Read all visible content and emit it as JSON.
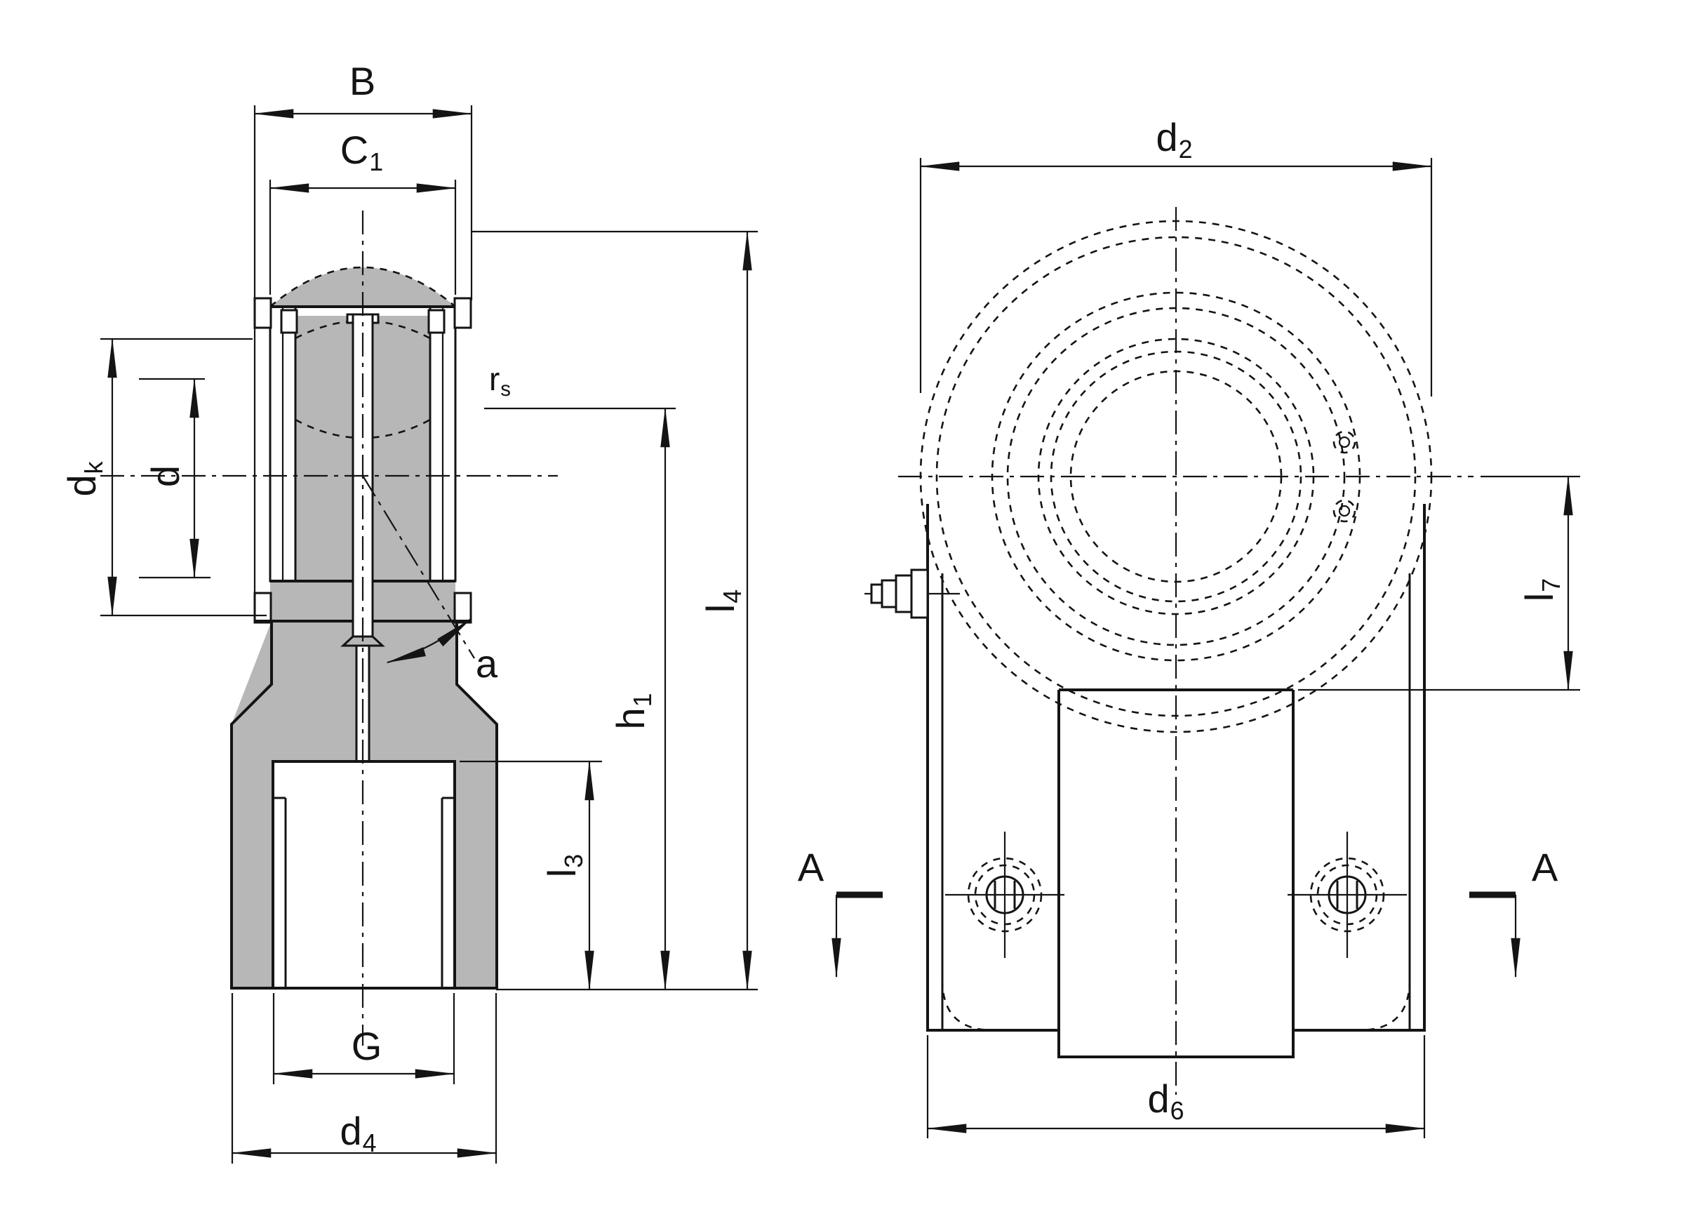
{
  "drawing": {
    "colors": {
      "line": "#141414",
      "section_fill_gray": "#b7b7b7",
      "background": "#ffffff"
    },
    "side_view": {
      "dimension_labels": {
        "B": {
          "main": "B",
          "sub": ""
        },
        "C1": {
          "main": "C",
          "sub": "1"
        },
        "dk": {
          "main": "d",
          "sub": "k"
        },
        "d": {
          "main": "d",
          "sub": ""
        },
        "rs": {
          "main": "r",
          "sub": "s"
        },
        "a": {
          "main": "a",
          "sub": ""
        },
        "l4": {
          "main": "l",
          "sub": "4"
        },
        "h1": {
          "main": "h",
          "sub": "1"
        },
        "l3": {
          "main": "l",
          "sub": "3"
        },
        "G": {
          "main": "G",
          "sub": ""
        },
        "d4": {
          "main": "d",
          "sub": "4"
        }
      }
    },
    "front_view": {
      "dimension_labels": {
        "d2": {
          "main": "d",
          "sub": "2"
        },
        "l7": {
          "main": "l",
          "sub": "7"
        },
        "d6": {
          "main": "d",
          "sub": "6"
        }
      },
      "section_labels": {
        "left": "A",
        "right": "A"
      }
    }
  }
}
